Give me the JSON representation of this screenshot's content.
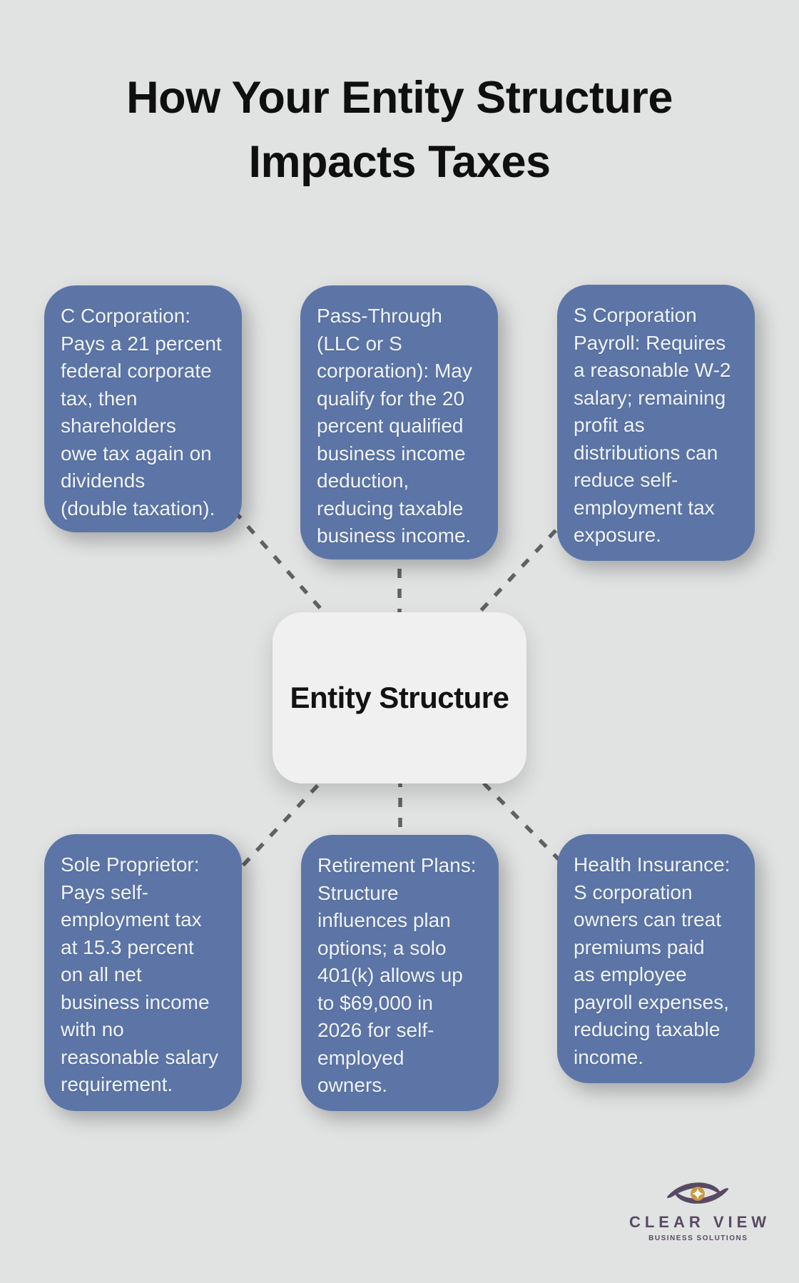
{
  "title": {
    "text": "How Your Entity Structure\nImpacts Taxes"
  },
  "center": {
    "label": "Entity Structure"
  },
  "cards": [
    {
      "id": "c-corporation",
      "position": "top-left",
      "text": "C Corporation:\nPays a 21 percent\nfederal corporate\ntax, then\nshareholders\nowe tax again on\ndividends\n(double taxation)."
    },
    {
      "id": "pass-through",
      "position": "top-middle",
      "text": "Pass-Through\n(LLC or S\ncorporation): May\nqualify for the 20\npercent qualified\nbusiness income\ndeduction,\nreducing taxable\nbusiness income."
    },
    {
      "id": "s-corporation-payroll",
      "position": "top-right",
      "text": "S Corporation\nPayroll: Requires\na reasonable W-2\nsalary; remaining\nprofit as\ndistributions can\nreduce self-\nemployment tax\nexposure."
    },
    {
      "id": "sole-proprietor",
      "position": "bottom-left",
      "text": "Sole Proprietor:\nPays self-\nemployment tax\nat 15.3 percent\non all net\nbusiness income\nwith no\nreasonable salary\nrequirement."
    },
    {
      "id": "retirement-plans",
      "position": "bottom-middle",
      "text": "Retirement Plans:\nStructure\ninfluences plan\noptions; a solo\n401(k) allows up\nto $69,000 in\n2026 for self-\nemployed\nowners."
    },
    {
      "id": "health-insurance",
      "position": "bottom-right",
      "text": "Health Insurance:\nS corporation\nowners can treat\npremiums paid\nas employee\npayroll expenses,\nreducing taxable\nincome."
    }
  ],
  "logo": {
    "name": "CLEAR VIEW",
    "tagline": "BUSINESS SOLUTIONS"
  },
  "colors": {
    "background": "#e1e2e2",
    "card_blue": "#5c75a6",
    "card_text": "#f0f3f8",
    "center_box": "#f0f0f1",
    "title_text": "#0f0f10",
    "dash": "#54585a",
    "logo_purple": "#584a63",
    "logo_gold": "#c99a43"
  }
}
